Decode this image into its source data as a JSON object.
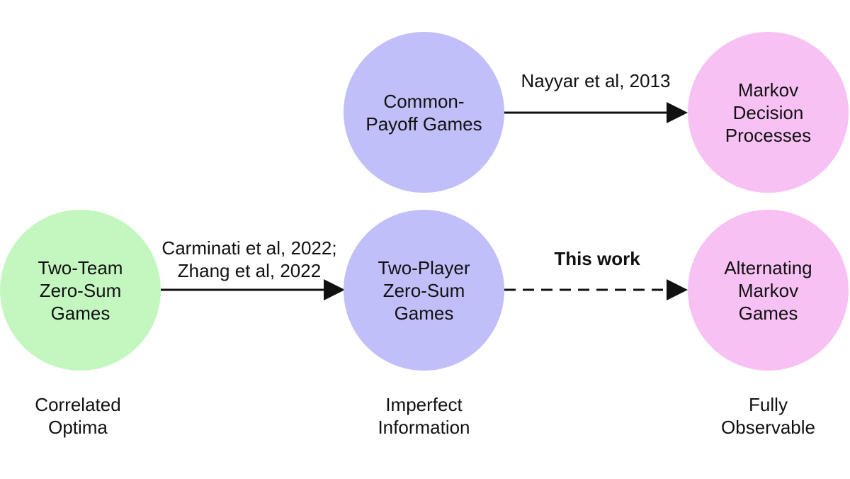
{
  "colors": {
    "green": "#c4f7c0",
    "blue": "#c0bff9",
    "pink": "#f8c1f4",
    "line": "#111111"
  },
  "nodes": {
    "common_payoff": "Common-\nPayoff Games",
    "mdp": "Markov\nDecision\nProcesses",
    "two_team": "Two-Team\nZero-Sum\nGames",
    "two_player": "Two-Player\nZero-Sum\nGames",
    "alternating": "Alternating\nMarkov\nGames"
  },
  "edges": {
    "top": "Nayyar et al, 2013",
    "left": "Carminati et al, 2022;\nZhang et al, 2022",
    "right": "This work"
  },
  "captions": {
    "left": "Correlated\nOptima",
    "middle": "Imperfect\nInformation",
    "right": "Fully\nObservable"
  }
}
